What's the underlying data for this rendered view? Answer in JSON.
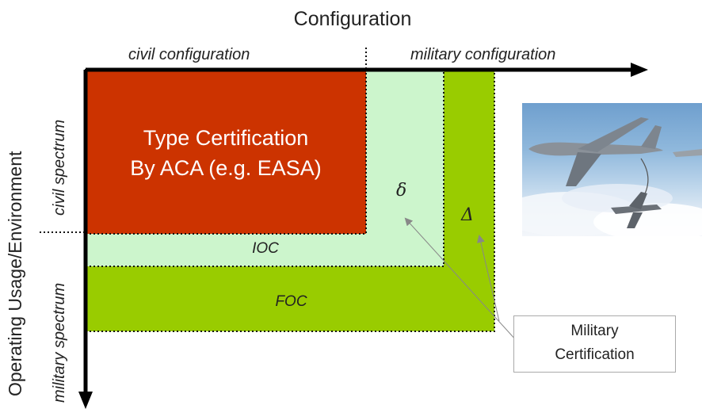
{
  "title": "Configuration",
  "columns": {
    "civil": "civil configuration",
    "military": "military configuration"
  },
  "y_axis_title": "Operating Usage/Environment",
  "rows": {
    "civil": "civil spectrum",
    "military": "military spectrum"
  },
  "type_certification": {
    "line1": "Type Certification",
    "line2": "By ACA (e.g. EASA)"
  },
  "ioc_label": "IOC",
  "foc_label": "FOC",
  "delta_small": "δ",
  "delta_big": "Δ",
  "military_certification": {
    "line1": "Military",
    "line2": "Certification"
  },
  "colors": {
    "type_certification": "#cc3300",
    "ioc": "#ccf5cc",
    "foc": "#99cc00",
    "text": "#222222"
  },
  "image_caption": ""
}
